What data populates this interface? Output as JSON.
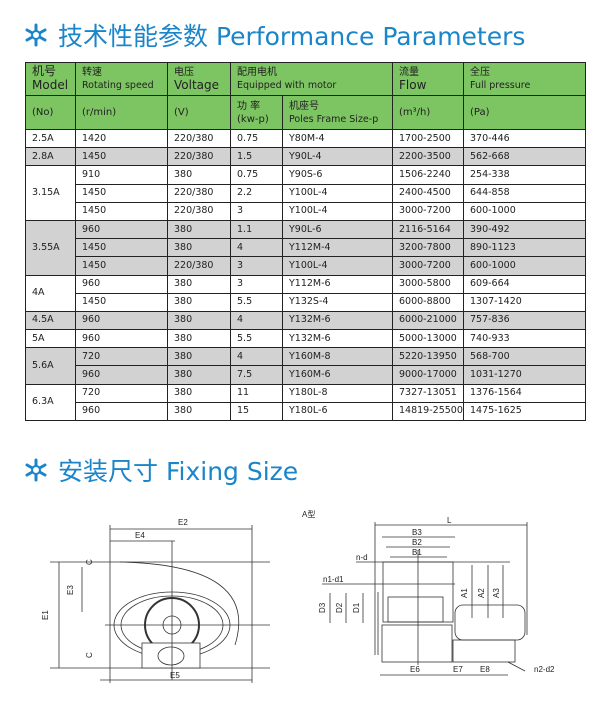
{
  "section1": {
    "title": "技术性能参数 Performance Parameters",
    "icon": "snowflake-icon"
  },
  "section2": {
    "title": "安装尺寸 Fixing Size",
    "icon": "snowflake-icon"
  },
  "colors": {
    "accent": "#1a86c9",
    "header_bg": "#7dc462",
    "row_gray": "#d2d2d2"
  },
  "table": {
    "headers": {
      "model_cn": "机号",
      "model_en": "Model",
      "speed_cn": "转速",
      "speed_en": "Rotating speed",
      "voltage_cn": "电压",
      "voltage_en": "Voltage",
      "motor_cn": "配用电机",
      "motor_en": "Equipped with motor",
      "flow_cn": "流量",
      "flow_en": "Flow",
      "pressure_cn": "全压",
      "pressure_en": "Full pressure"
    },
    "units": {
      "model": "(No)",
      "speed": "(r/min)",
      "voltage": "(V)",
      "power_cn": "功 率",
      "power": "(kw-p)",
      "frame_cn": "机座号",
      "frame": "Poles Frame Size-p",
      "flow": "(m³/h)",
      "pressure": "(Pa)"
    },
    "groups": [
      {
        "model": "2.5A",
        "rows": [
          [
            "1420",
            "220/380",
            "0.75",
            "Y80M-4",
            "1700-2500",
            "370-446"
          ]
        ]
      },
      {
        "model": "2.8A",
        "rows": [
          [
            "1450",
            "220/380",
            "1.5",
            "Y90L-4",
            "2200-3500",
            "562-668"
          ]
        ]
      },
      {
        "model": "3.15A",
        "rows": [
          [
            "910",
            "380",
            "0.75",
            "Y90S-6",
            "1506-2240",
            "254-338"
          ],
          [
            "1450",
            "220/380",
            "2.2",
            "Y100L-4",
            "2400-4500",
            "644-858"
          ],
          [
            "1450",
            "220/380",
            "3",
            "Y100L-4",
            "3000-7200",
            "600-1000"
          ]
        ]
      },
      {
        "model": "3.55A",
        "rows": [
          [
            "960",
            "380",
            "1.1",
            "Y90L-6",
            "2116-5164",
            "390-492"
          ],
          [
            "1450",
            "380",
            "4",
            "Y112M-4",
            "3200-7800",
            "890-1123"
          ],
          [
            "1450",
            "220/380",
            "3",
            "Y100L-4",
            "3000-7200",
            "600-1000"
          ]
        ]
      },
      {
        "model": "4A",
        "rows": [
          [
            "960",
            "380",
            "3",
            "Y112M-6",
            "3000-5800",
            "609-664"
          ],
          [
            "1450",
            "380",
            "5.5",
            "Y132S-4",
            "6000-8800",
            "1307-1420"
          ]
        ]
      },
      {
        "model": "4.5A",
        "rows": [
          [
            "960",
            "380",
            "4",
            "Y132M-6",
            "6000-21000",
            "757-836"
          ]
        ]
      },
      {
        "model": "5A",
        "rows": [
          [
            "960",
            "380",
            "5.5",
            "Y132M-6",
            "5000-13000",
            "740-933"
          ]
        ]
      },
      {
        "model": "5.6A",
        "rows": [
          [
            "720",
            "380",
            "4",
            "Y160M-8",
            "5220-13950",
            "568-700"
          ],
          [
            "960",
            "380",
            "7.5",
            "Y160M-6",
            "9000-17000",
            "1031-1270"
          ]
        ]
      },
      {
        "model": "6.3A",
        "rows": [
          [
            "720",
            "380",
            "11",
            "Y180L-8",
            "7327-13051",
            "1376-1564"
          ],
          [
            "960",
            "380",
            "15",
            "Y180L-6",
            "14819-25500",
            "1475-1625"
          ]
        ]
      }
    ]
  },
  "front_view": {
    "labels": {
      "e1": "E1",
      "e2": "E2",
      "e3": "E3",
      "e4": "E4",
      "e5": "E5",
      "c": "C"
    }
  },
  "side_view": {
    "type_label": "A型",
    "labels": {
      "l": "L",
      "b1": "B1",
      "b2": "B2",
      "b3": "B3",
      "nd": "n-d",
      "n1d1": "n1-d1",
      "n2d2": "n2-d2",
      "a1": "A1",
      "a2": "A2",
      "a3": "A3",
      "d1": "D1",
      "d2": "D2",
      "d3": "D3",
      "e6": "E6",
      "e7": "E7",
      "e8": "E8"
    }
  }
}
